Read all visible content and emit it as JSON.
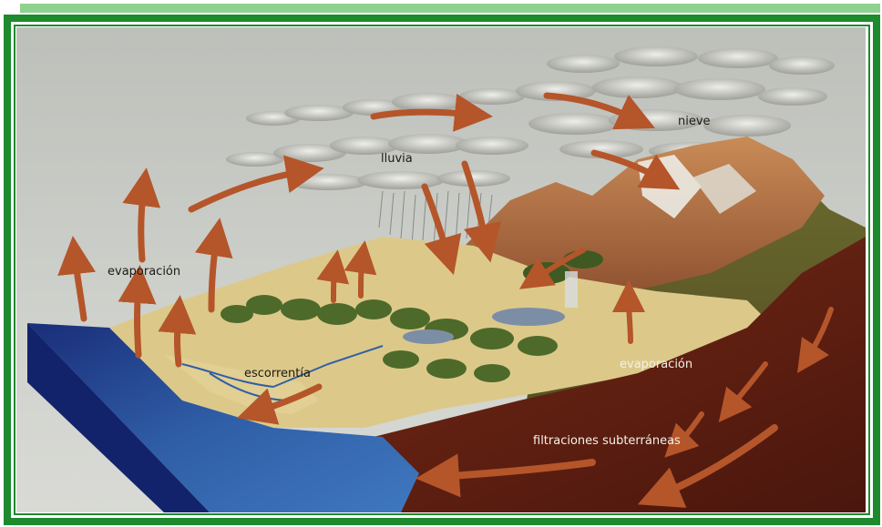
{
  "labels": {
    "evaporacion_ocean": "evaporación",
    "lluvia": "lluvia",
    "nieve": "nieve",
    "escorrentia": "escorrentía",
    "evaporacion_lake": "evaporación",
    "filtraciones": "filtraciones subterráneas"
  },
  "colors": {
    "frame_green": "#1e8a2e",
    "sky": "#c9cbc6",
    "ocean_deep": "#13236b",
    "ocean": "#2f5ea6",
    "land_light": "#dcc98a",
    "forest": "#4e6a2a",
    "mountain": "#a8663a",
    "soil": "#5a1e12",
    "arrow": "#b5552a"
  }
}
